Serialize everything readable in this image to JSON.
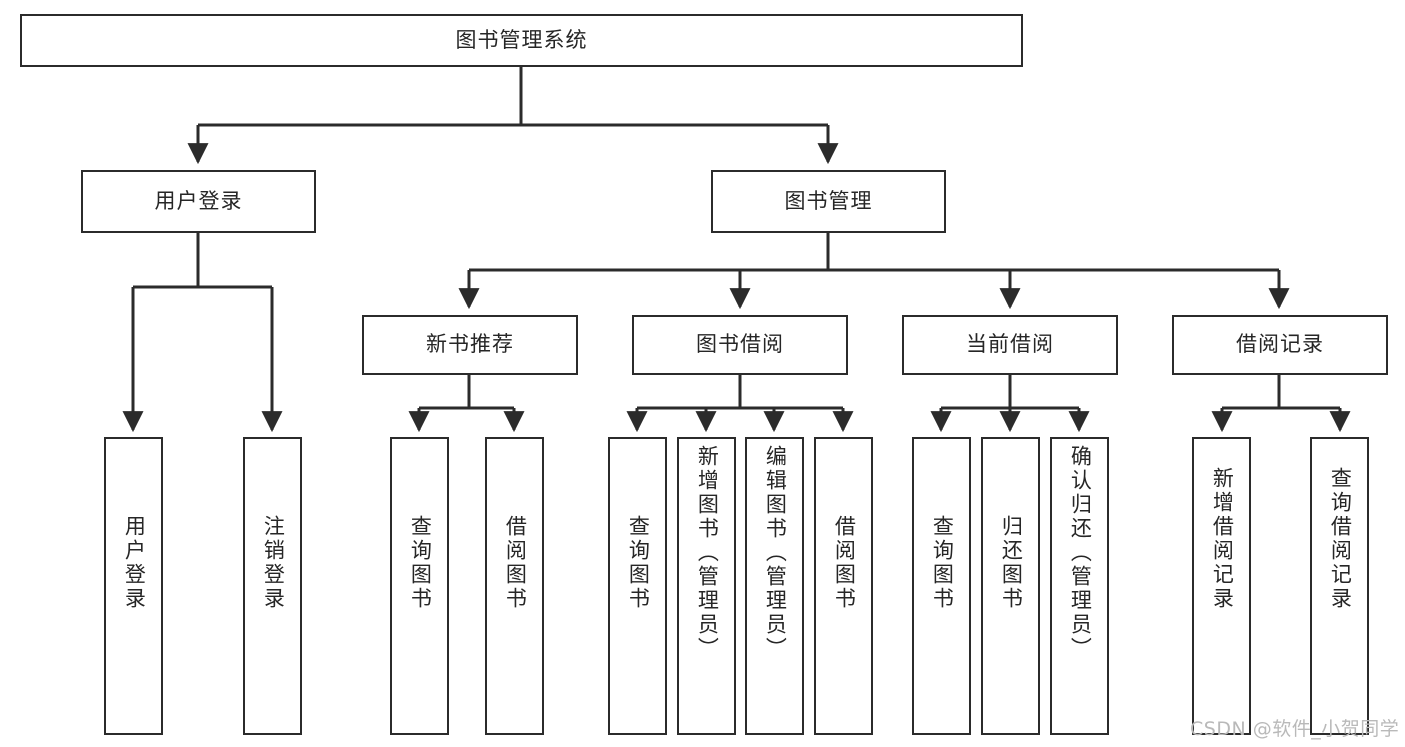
{
  "diagram": {
    "title": "图书管理系统",
    "type": "hierarchy-tree",
    "watermark": "CSDN @软件_小贺同学",
    "colors": {
      "stroke": "#2b2b2b",
      "fill": "#ffffff",
      "text": "#262626",
      "watermark": "#b9b9b9"
    },
    "root": {
      "label": "图书管理系统"
    },
    "level2": [
      {
        "label": "用户登录"
      },
      {
        "label": "图书管理"
      }
    ],
    "level3": [
      {
        "label": "新书推荐"
      },
      {
        "label": "图书借阅"
      },
      {
        "label": "当前借阅"
      },
      {
        "label": "借阅记录"
      }
    ],
    "leaves": {
      "user_login": [
        {
          "label": "用户登录"
        },
        {
          "label": "注销登录"
        }
      ],
      "new_book": [
        {
          "label": "查询图书"
        },
        {
          "label": "借阅图书"
        }
      ],
      "book_borrow": [
        {
          "label": "查询图书"
        },
        {
          "label": "新增图书（管理员）"
        },
        {
          "label": "编辑图书（管理员）"
        },
        {
          "label": "借阅图书"
        }
      ],
      "current_borrow": [
        {
          "label": "查询图书"
        },
        {
          "label": "归还图书"
        },
        {
          "label": "确认归还（管理员）"
        }
      ],
      "borrow_record": [
        {
          "label": "新增借阅记录"
        },
        {
          "label": "查询借阅记录"
        }
      ]
    }
  }
}
